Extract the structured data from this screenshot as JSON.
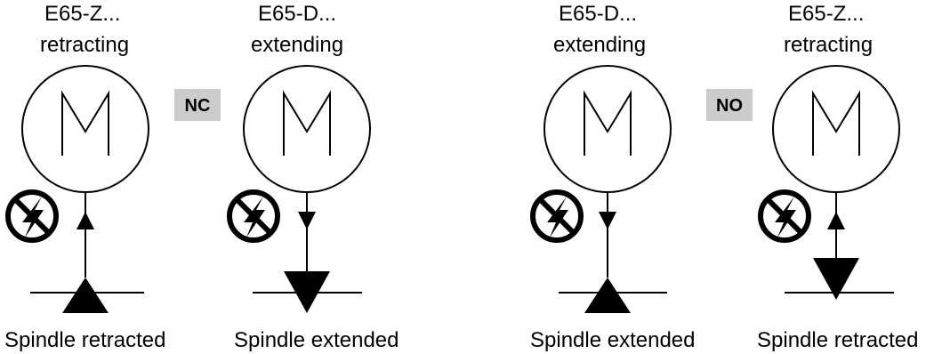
{
  "colors": {
    "stroke": "#000000",
    "badge_background": "#cccccc",
    "background": "#ffffff"
  },
  "badges": {
    "nc": "NC",
    "no": "NO"
  },
  "actuators": [
    {
      "name_line": "E65-Z...",
      "motion": "retracting",
      "motor_symbol": "M",
      "arrow": "up",
      "status": "Spindle retracted"
    },
    {
      "name_line": "E65-D...",
      "motion": "extending",
      "motor_symbol": "M",
      "arrow": "down",
      "status": "Spindle extended"
    },
    {
      "name_line": "E65-D...",
      "motion": "extending",
      "motor_symbol": "M",
      "arrow": "down",
      "status": "Spindle extended"
    },
    {
      "name_line": "E65-Z...",
      "motion": "retracting",
      "motor_symbol": "M",
      "arrow": "up",
      "status": "Spindle retracted"
    }
  ],
  "icons": {
    "no_power": "no-power-icon"
  }
}
